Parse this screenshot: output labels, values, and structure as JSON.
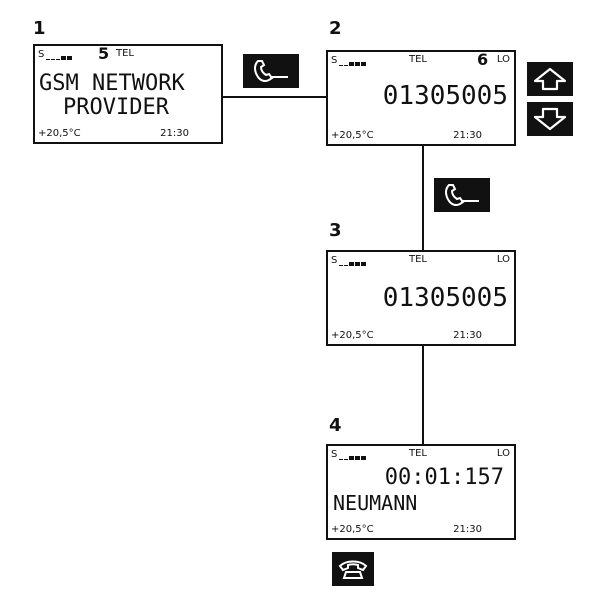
{
  "steps": [
    {
      "number": "1"
    },
    {
      "number": "2"
    },
    {
      "number": "3"
    },
    {
      "number": "4"
    }
  ],
  "display1": {
    "signal": "S",
    "marker": "5",
    "mode": "TEL",
    "line1": "GSM NETWORK",
    "line2": "PROVIDER",
    "temperature": "+20,5°C",
    "clock": "21:30"
  },
  "display2": {
    "signal": "S",
    "mode": "TEL",
    "marker": "6",
    "status": "LO",
    "number": "01305005",
    "temperature": "+20,5°C",
    "clock": "21:30"
  },
  "display3": {
    "signal": "S",
    "mode": "TEL",
    "status": "LO",
    "number": "01305005",
    "temperature": "+20,5°C",
    "clock": "21:30"
  },
  "display4": {
    "signal": "S",
    "mode": "TEL",
    "status": "LO",
    "duration": "00:01:157",
    "name": "NEUMANN",
    "temperature": "+20,5°C",
    "clock": "21:30"
  },
  "icons": {
    "call_button_1": "phone-handset-icon",
    "call_button_2": "phone-handset-icon",
    "scroll_up": "arrow-up-icon",
    "scroll_down": "arrow-down-icon",
    "hangup": "hang-up-icon"
  }
}
